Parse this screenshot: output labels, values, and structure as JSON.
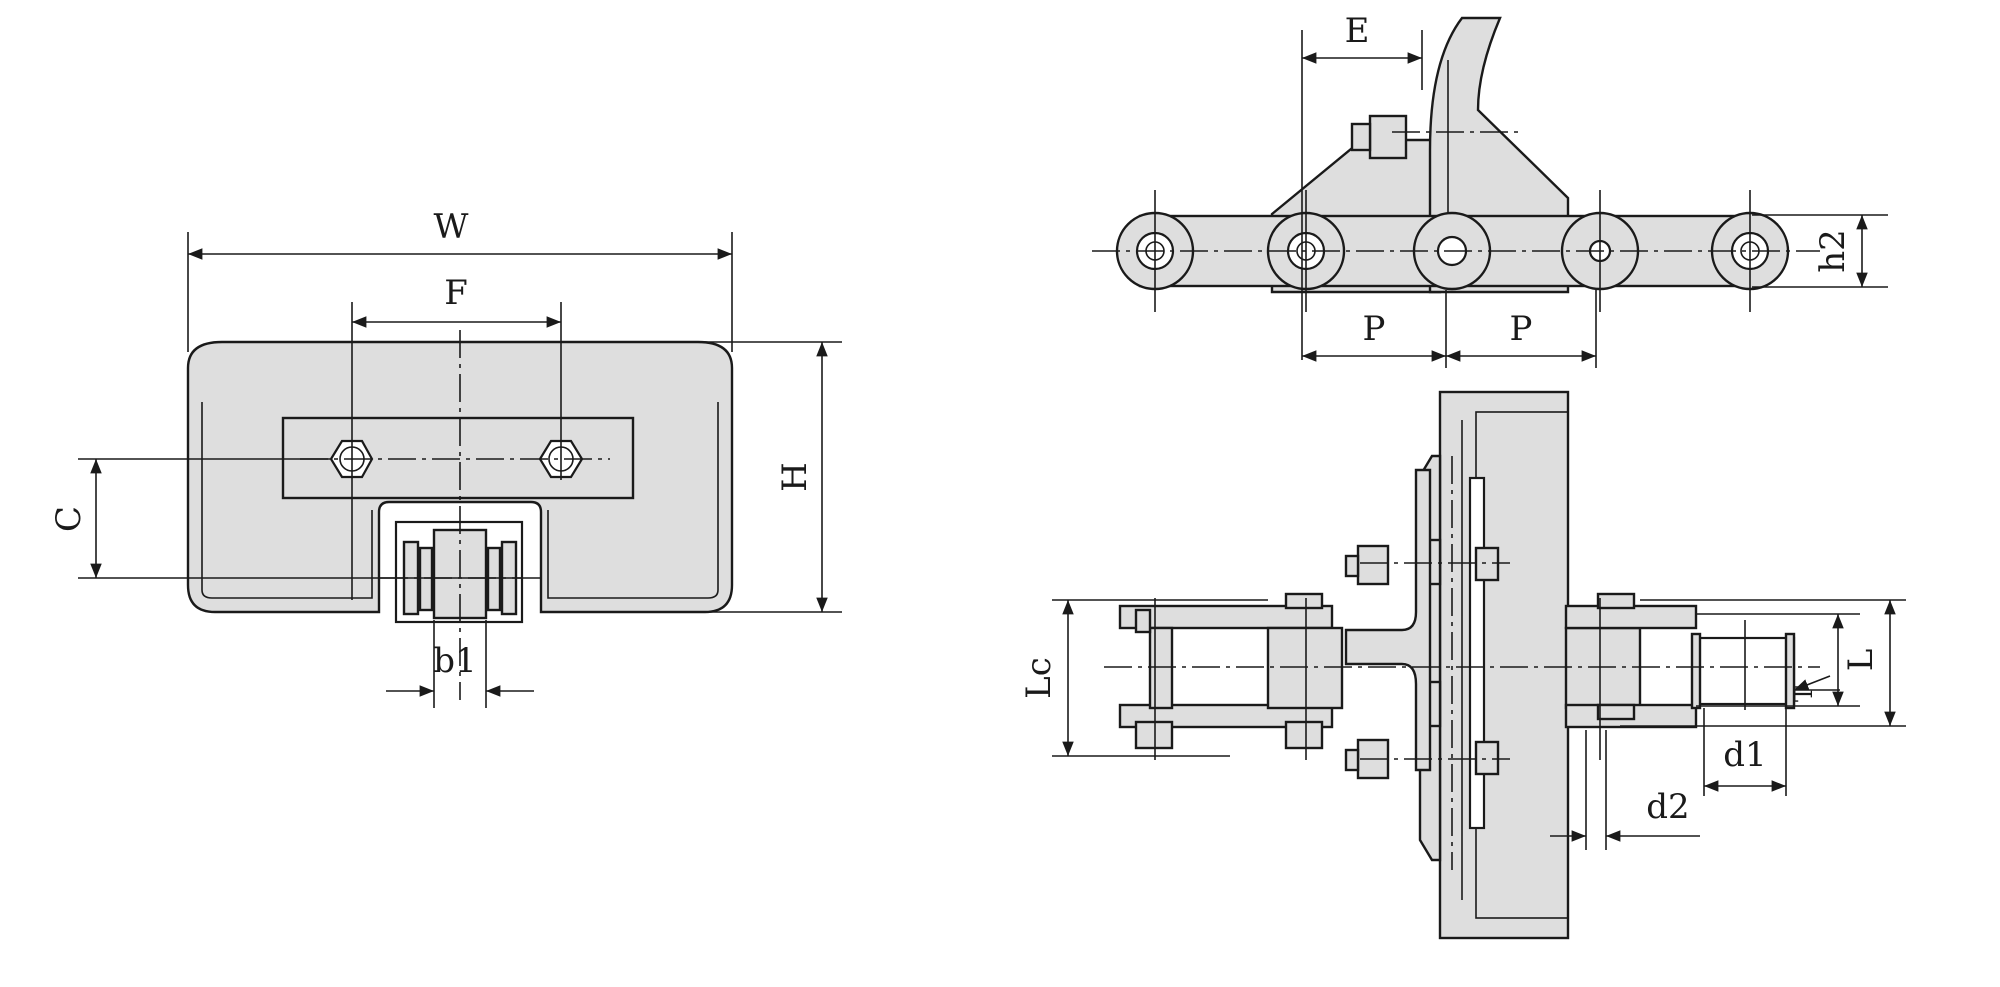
{
  "labels": {
    "W": "W",
    "F": "F",
    "C": "C",
    "H": "H",
    "b1": "b1",
    "E": "E",
    "h2": "h2",
    "P_left": "P",
    "P_right": "P",
    "Lc": "Lc",
    "L": "L",
    "T": "T",
    "d1": "d1",
    "d2": "d2"
  }
}
